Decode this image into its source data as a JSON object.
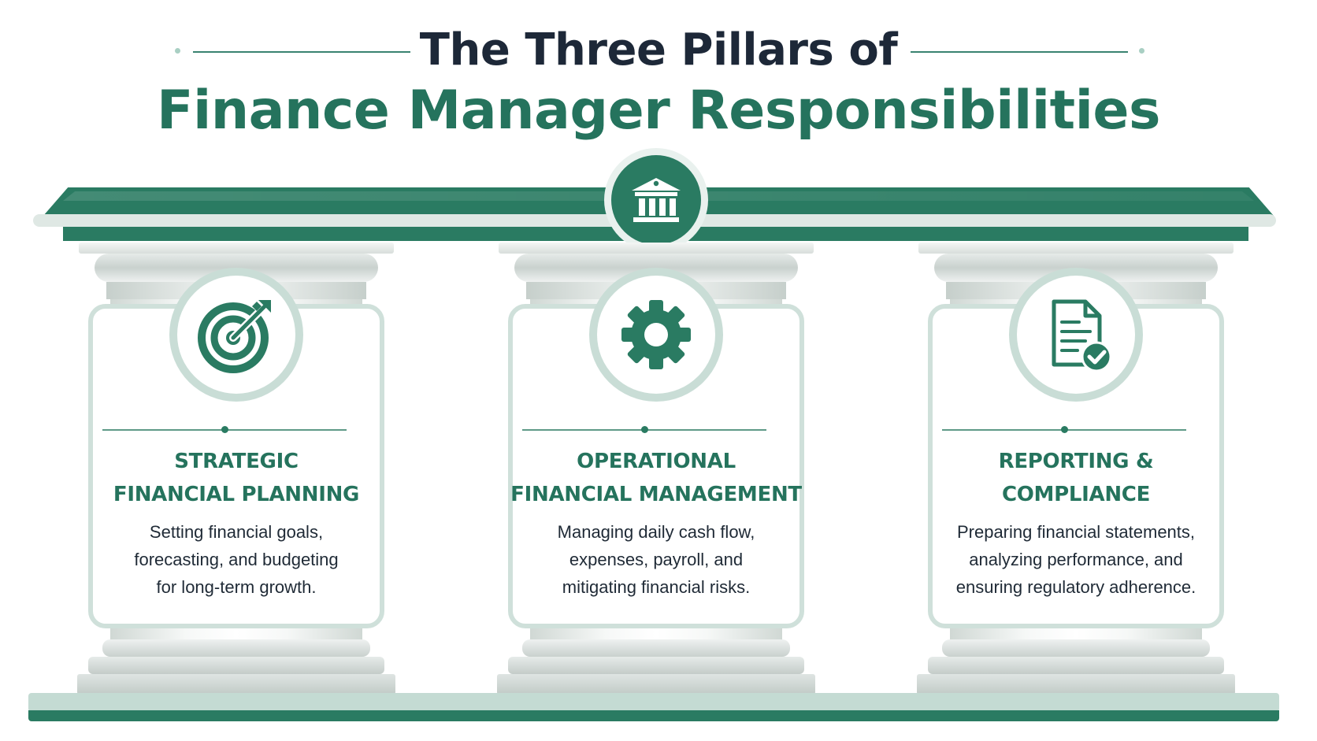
{
  "title": {
    "line1": "The Three Pillars of",
    "line2": "Finance Manager Responsibilities"
  },
  "emblem": {
    "icon": "bank-icon"
  },
  "colors": {
    "primary_green": "#2a7b62",
    "title_dark": "#1d2838",
    "ring_light": "#c9ddd6",
    "body_text": "#1f2a36"
  },
  "pillars": [
    {
      "icon": "target-icon",
      "title_lines": [
        "STRATEGIC",
        "FINANCIAL PLANNING"
      ],
      "desc_lines": [
        "Setting financial goals,",
        "forecasting, and budgeting",
        "for long-term growth."
      ]
    },
    {
      "icon": "gear-icon",
      "title_lines": [
        "OPERATIONAL",
        "FINANCIAL MANAGEMENT"
      ],
      "desc_lines": [
        "Managing daily cash flow,",
        "expenses, payroll, and",
        "mitigating financial risks."
      ]
    },
    {
      "icon": "document-check-icon",
      "title_lines": [
        "REPORTING &",
        "COMPLIANCE"
      ],
      "desc_lines": [
        "Preparing financial statements,",
        "analyzing performance, and",
        "ensuring regulatory adherence."
      ]
    }
  ]
}
